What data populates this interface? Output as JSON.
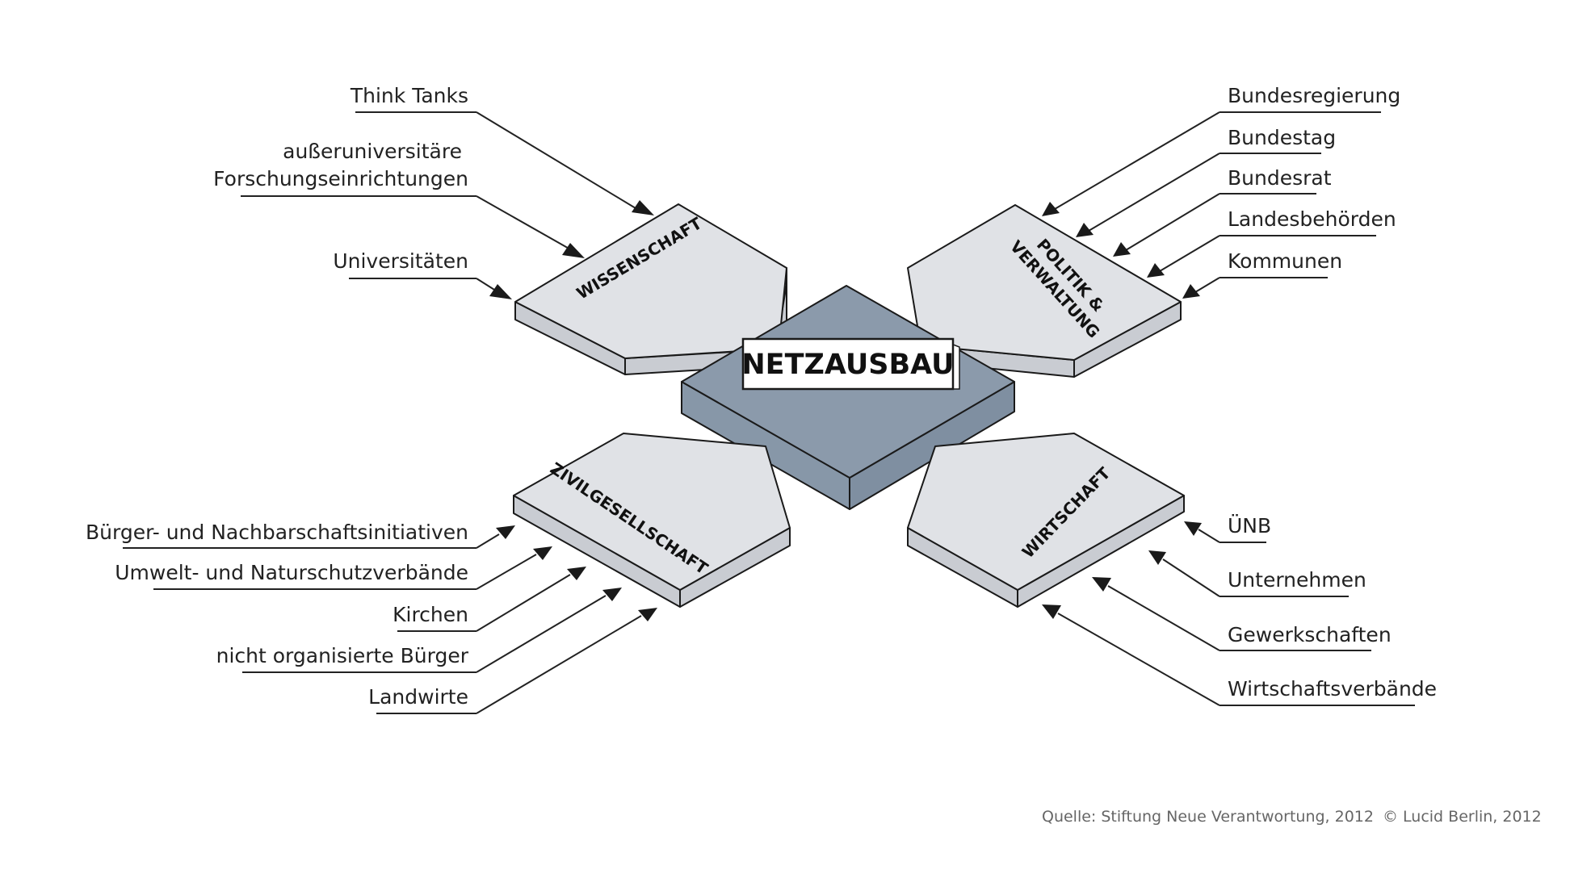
{
  "center": {
    "title": "NETZAUSBAU"
  },
  "tiles": {
    "wissenschaft": {
      "name": "WISSENSCHAFT"
    },
    "politik": {
      "line1": "POLITIK &",
      "line2": "VERWALTUNG"
    },
    "zivil": {
      "name": "ZIVILGESELLSCHAFT"
    },
    "wirtschaft": {
      "name": "WIRTSCHAFT"
    }
  },
  "actors": {
    "wissenschaft": [
      {
        "text": "Think Tanks"
      },
      {
        "line1": "außeruniversitäre",
        "line2": "Forschungseinrichtungen"
      },
      {
        "text": "Universitäten"
      }
    ],
    "politik": [
      {
        "text": "Bundesregierung"
      },
      {
        "text": "Bundestag"
      },
      {
        "text": "Bundesrat"
      },
      {
        "text": "Landesbehörden"
      },
      {
        "text": "Kommunen"
      }
    ],
    "zivil": [
      {
        "text": "Bürger- und Nachbarschaftsinitiativen"
      },
      {
        "text": "Umwelt- und Naturschutzverbände"
      },
      {
        "text": "Kirchen"
      },
      {
        "text": "nicht organisierte Bürger"
      },
      {
        "text": "Landwirte"
      }
    ],
    "wirtschaft": [
      {
        "text": "ÜNB"
      },
      {
        "text": "Unternehmen"
      },
      {
        "text": "Gewerkschaften"
      },
      {
        "text": "Wirtschaftsverbände"
      }
    ]
  },
  "footer": {
    "source": "Quelle: Stiftung Neue Verantwortung, 2012",
    "copyright": "© Lucid Berlin, 2012"
  }
}
